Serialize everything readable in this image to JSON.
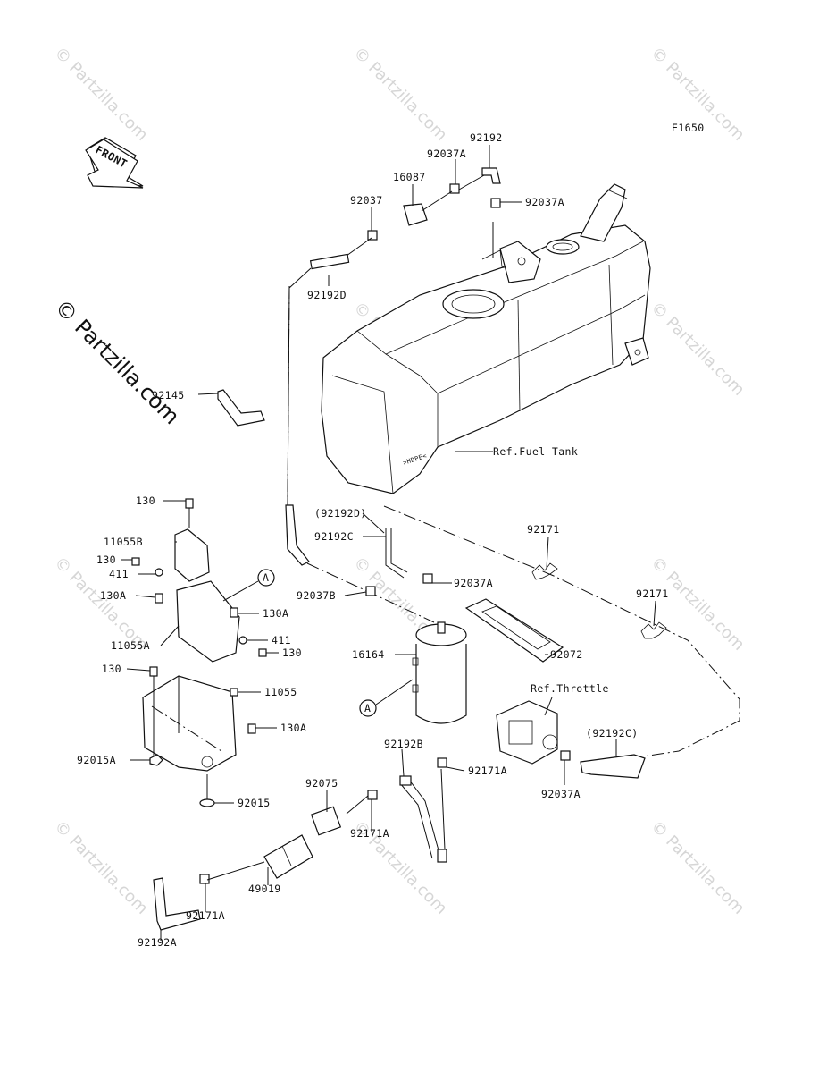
{
  "diagram_code": "E1650",
  "front_label": "FRONT",
  "watermark": "© Partzilla.com",
  "callouts": {
    "a1": "A",
    "a2": "A"
  },
  "labels": {
    "p92192": "92192",
    "p92037A_top": "92037A",
    "p16087": "16087",
    "p92037": "92037",
    "p92037A_right": "92037A",
    "p92192D": "92192D",
    "p92145": "92145",
    "ref_fuel_tank": "Ref.Fuel Tank",
    "p130_a": "130",
    "p92192D_paren": "(92192D)",
    "p92192C": "92192C",
    "p92171_a": "92171",
    "p11055B": "11055B",
    "p130_b": "130",
    "p411_a": "411",
    "p92037B": "92037B",
    "p92037A_mid": "92037A",
    "p92171_b": "92171",
    "p130A_a": "130A",
    "p130A_b": "130A",
    "p11055A": "11055A",
    "p411_b": "411",
    "p130_c": "130",
    "p16164": "16164",
    "p92072": "92072",
    "p130_d": "130",
    "p11055": "11055",
    "ref_throttle": "Ref.Throttle",
    "p130A_c": "130A",
    "p92192B": "92192B",
    "p92192C_paren": "(92192C)",
    "p92015A": "92015A",
    "p92171A_a": "92171A",
    "p92075": "92075",
    "p92037A_low": "92037A",
    "p92015": "92015",
    "p92171A_b": "92171A",
    "p49019": "49019",
    "p92171A_c": "92171A",
    "p92192A": "92192A"
  }
}
